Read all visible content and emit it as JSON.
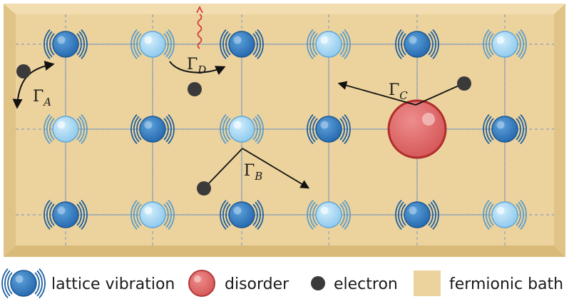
{
  "rates": [
    {
      "symbol": "Γ",
      "sub": "A"
    },
    {
      "symbol": "Γ",
      "sub": "B"
    },
    {
      "symbol": "Γ",
      "sub": "C"
    },
    {
      "symbol": "Γ",
      "sub": "D"
    }
  ],
  "legend": {
    "lattice_vibration": "lattice vibration",
    "disorder": "disorder",
    "electron": "electron",
    "fermionic_bath": "fermionic bath"
  },
  "colors": {
    "bath": "#ecd39e",
    "bath_border": "#ddc07e",
    "phonon_dark": "#2c78c0",
    "phonon_light": "#a9d9f4",
    "disorder": "#db6565",
    "electron": "#3a3a3a",
    "grid": "#8a9fb8",
    "photon": "#d63b3b"
  },
  "lattice": {
    "rows": [
      [
        "dark",
        "light",
        "dark",
        "light",
        "dark",
        "light"
      ],
      [
        "light",
        "dark",
        "light",
        "dark",
        "disorder",
        "dark"
      ],
      [
        "dark",
        "light",
        "dark",
        "light",
        "dark",
        "light"
      ]
    ]
  }
}
